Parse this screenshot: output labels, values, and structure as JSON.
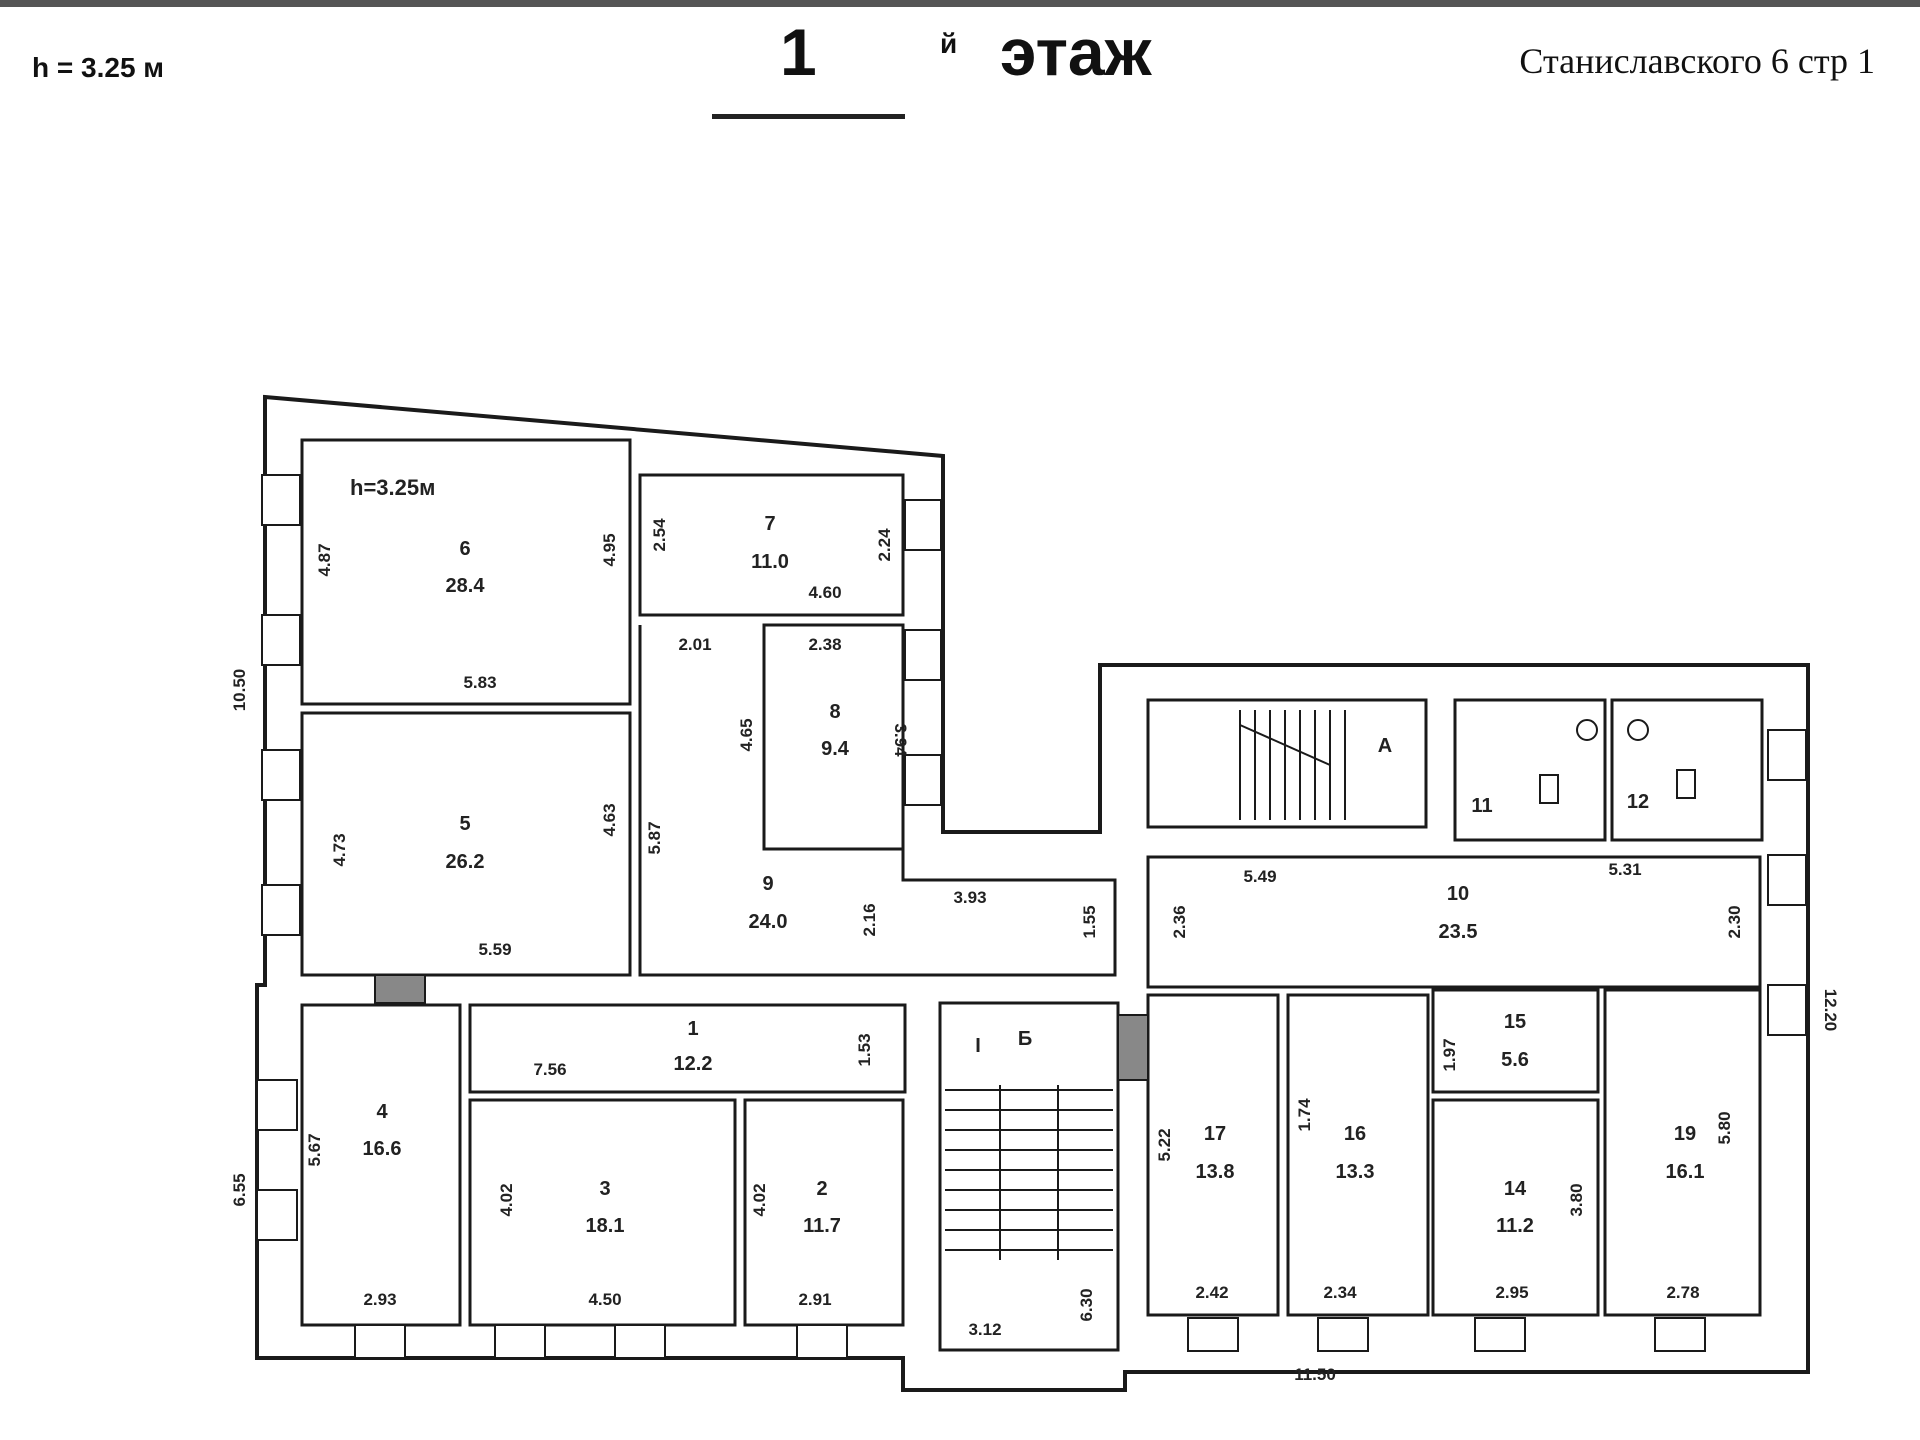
{
  "header": {
    "height_note": "h = 3.25 м",
    "floor_number": "1",
    "floor_suffix": "й",
    "floor_word": "этаж",
    "address": "Станиславского 6 стр 1"
  },
  "plan": {
    "inner_height_note": "h=3.25м",
    "rooms": [
      {
        "id": "r1",
        "number": "1",
        "area": "12.2"
      },
      {
        "id": "r2",
        "number": "2",
        "area": "11.7"
      },
      {
        "id": "r3",
        "number": "3",
        "area": "18.1"
      },
      {
        "id": "r4",
        "number": "4",
        "area": "16.6"
      },
      {
        "id": "r5",
        "number": "5",
        "area": "26.2"
      },
      {
        "id": "r6",
        "number": "6",
        "area": "28.4"
      },
      {
        "id": "r7",
        "number": "7",
        "area": "11.0"
      },
      {
        "id": "r8",
        "number": "8",
        "area": "9.4"
      },
      {
        "id": "r9",
        "number": "9",
        "area": "24.0"
      },
      {
        "id": "r10",
        "number": "10",
        "area": "23.5"
      },
      {
        "id": "r11",
        "number": "11",
        "area": ""
      },
      {
        "id": "r12",
        "number": "12",
        "area": ""
      },
      {
        "id": "r14",
        "number": "14",
        "area": "11.2"
      },
      {
        "id": "r15",
        "number": "15",
        "area": "5.6"
      },
      {
        "id": "r16",
        "number": "16",
        "area": "13.3"
      },
      {
        "id": "r17",
        "number": "17",
        "area": "13.8"
      },
      {
        "id": "r19",
        "number": "19",
        "area": "16.1"
      },
      {
        "id": "stair-b",
        "number": "Б",
        "area": ""
      },
      {
        "id": "stair-a",
        "number": "А",
        "area": ""
      },
      {
        "id": "stair-mark",
        "number": "I",
        "area": ""
      }
    ],
    "dimensions": [
      {
        "id": "d-1050",
        "text": "10.50"
      },
      {
        "id": "d-655",
        "text": "6.55"
      },
      {
        "id": "d-1220",
        "text": "12.20"
      },
      {
        "id": "d-1150",
        "text": "11.50"
      },
      {
        "id": "d-487",
        "text": "4.87"
      },
      {
        "id": "d-495",
        "text": "4.95"
      },
      {
        "id": "d-583",
        "text": "5.83"
      },
      {
        "id": "d-473",
        "text": "4.73"
      },
      {
        "id": "d-463",
        "text": "4.63"
      },
      {
        "id": "d-559",
        "text": "5.59"
      },
      {
        "id": "d-254",
        "text": "2.54"
      },
      {
        "id": "d-224",
        "text": "2.24"
      },
      {
        "id": "d-460",
        "text": "4.60"
      },
      {
        "id": "d-201",
        "text": "2.01"
      },
      {
        "id": "d-238",
        "text": "2.38"
      },
      {
        "id": "d-465",
        "text": "4.65"
      },
      {
        "id": "d-394",
        "text": "3.94"
      },
      {
        "id": "d-587",
        "text": "5.87"
      },
      {
        "id": "d-393",
        "text": "3.93"
      },
      {
        "id": "d-216",
        "text": "2.16"
      },
      {
        "id": "d-155",
        "text": "1.55"
      },
      {
        "id": "d-549",
        "text": "5.49"
      },
      {
        "id": "d-531",
        "text": "5.31"
      },
      {
        "id": "d-236",
        "text": "2.36"
      },
      {
        "id": "d-230",
        "text": "2.30"
      },
      {
        "id": "d-756",
        "text": "7.56"
      },
      {
        "id": "d-153",
        "text": "1.53"
      },
      {
        "id": "d-567",
        "text": "5.67"
      },
      {
        "id": "d-402a",
        "text": "4.02"
      },
      {
        "id": "d-402b",
        "text": "4.02"
      },
      {
        "id": "d-293",
        "text": "2.93"
      },
      {
        "id": "d-450",
        "text": "4.50"
      },
      {
        "id": "d-291",
        "text": "2.91"
      },
      {
        "id": "d-312",
        "text": "3.12"
      },
      {
        "id": "d-630",
        "text": "6.30"
      },
      {
        "id": "d-522",
        "text": "5.22"
      },
      {
        "id": "d-174",
        "text": "1.74"
      },
      {
        "id": "d-197",
        "text": "1.97"
      },
      {
        "id": "d-380",
        "text": "3.80"
      },
      {
        "id": "d-580",
        "text": "5.80"
      },
      {
        "id": "d-242",
        "text": "2.42"
      },
      {
        "id": "d-234",
        "text": "2.34"
      },
      {
        "id": "d-295",
        "text": "2.95"
      },
      {
        "id": "d-278",
        "text": "2.78"
      }
    ]
  }
}
